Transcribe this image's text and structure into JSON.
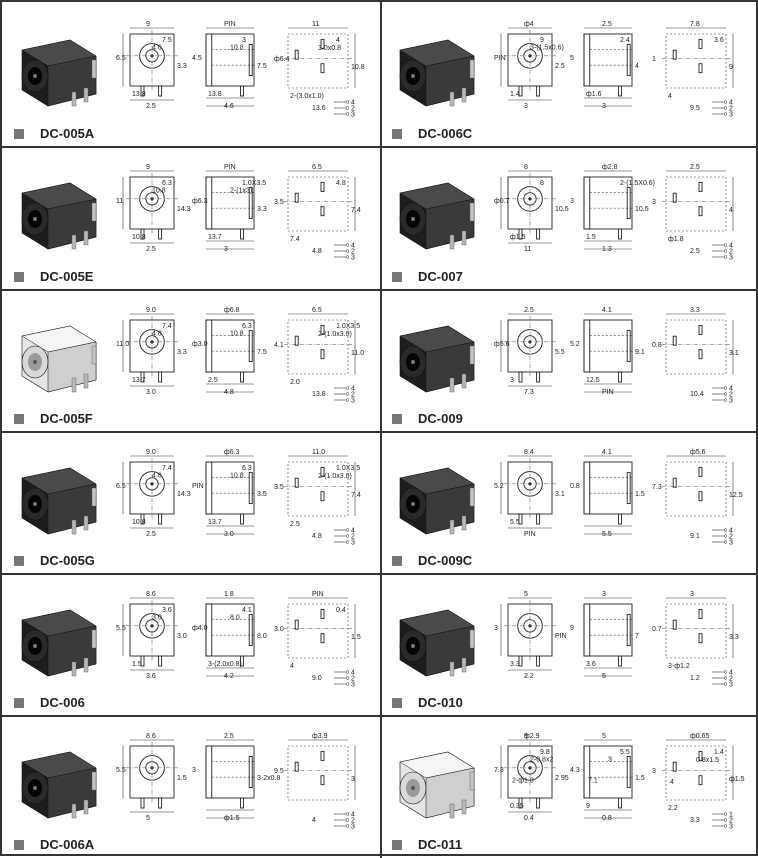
{
  "products": [
    {
      "id": "DC-005A",
      "col": 0,
      "row": 0,
      "tone": "black"
    },
    {
      "id": "DC-006C",
      "col": 1,
      "row": 0,
      "tone": "black"
    },
    {
      "id": "DC-005E",
      "col": 0,
      "row": 1,
      "tone": "black"
    },
    {
      "id": "DC-007",
      "col": 1,
      "row": 1,
      "tone": "black"
    },
    {
      "id": "DC-005F",
      "col": 0,
      "row": 2,
      "tone": "white"
    },
    {
      "id": "DC-009",
      "col": 1,
      "row": 2,
      "tone": "black"
    },
    {
      "id": "DC-005G",
      "col": 0,
      "row": 3,
      "tone": "black"
    },
    {
      "id": "DC-009C",
      "col": 1,
      "row": 3,
      "tone": "black"
    },
    {
      "id": "DC-006",
      "col": 0,
      "row": 4,
      "tone": "black"
    },
    {
      "id": "DC-010",
      "col": 1,
      "row": 4,
      "tone": "black"
    },
    {
      "id": "DC-006A",
      "col": 0,
      "row": 5,
      "tone": "black"
    },
    {
      "id": "DC-011",
      "col": 1,
      "row": 5,
      "tone": "white"
    }
  ],
  "dims": {
    "DC-005A": [
      "9",
      "PIN",
      "11",
      "6.5",
      "4.5",
      "ф6.4",
      "2.5",
      "4.6",
      "13.6",
      "3.3",
      "7.5",
      "10.8",
      "13.8",
      "13.8",
      "2-(3.0x1.0)",
      "7.5",
      "3",
      "4",
      "4.6",
      "10.8",
      "3.0x0.8"
    ],
    "DC-006C": [
      "ф4",
      "2.5",
      "7.8",
      "PIN",
      "5",
      "1",
      "3",
      "3",
      "9.5",
      "2.5",
      "4",
      "9",
      "1.4",
      "ф1.6",
      "4",
      "9",
      "2.4",
      "3.6",
      "3-(1.5x0.6)"
    ],
    "DC-005E": [
      "9",
      "PIN",
      "6.5",
      "11",
      "ф6.3",
      "3.5",
      "2.5",
      "3",
      "4.8",
      "14.3",
      "3.3",
      "7.4",
      "10.8",
      "13.7",
      "7.4",
      "6.3",
      "1.0X3.5",
      "4.8",
      "10.8",
      "2-(1x3)"
    ],
    "DC-007": [
      "8",
      "ф2.8",
      "2.5",
      "ф0.7",
      "3",
      "3",
      "11",
      "1.3",
      "2.5",
      "10.5",
      "10.5",
      "4",
      "ф1.5",
      "1.5",
      "ф1.8",
      "8",
      "2-(1.5X0.6)"
    ],
    "DC-005F": [
      "9.0",
      "ф6.8",
      "6.5",
      "11.0",
      "ф3.0",
      "4.1",
      "3.0",
      "4.8",
      "13.8",
      "3.3",
      "7.5",
      "11.0",
      "13.7",
      "2.5",
      "2.0",
      "7.4",
      "6.3",
      "1.0X3.5",
      "4.8",
      "10.8",
      "2-(1.0x3.0)"
    ],
    "DC-009": [
      "2.5",
      "4.1",
      "3.3",
      "ф5.6",
      "5.2",
      "0.8",
      "7.3",
      "PIN",
      "10.4",
      "5.5",
      "9.1",
      "3.1",
      "3",
      "12.5"
    ],
    "DC-005G": [
      "9.0",
      "ф6.3",
      "11.0",
      "6.5",
      "PIN",
      "3.5",
      "2.5",
      "3.0",
      "4.8",
      "14.3",
      "3.5",
      "7.4",
      "10.8",
      "13.7",
      "2.5",
      "7.4",
      "6.3",
      "1.0X3.5",
      "4.8",
      "10.8",
      "2-(1.0x3.0)"
    ],
    "DC-009C": [
      "8.4",
      "4.1",
      "ф5.6",
      "5.2",
      "0.8",
      "7.3",
      "PIN",
      "5.5",
      "9.1",
      "3.1",
      "1.5",
      "12.5",
      "5.5"
    ],
    "DC-006": [
      "8.6",
      "1.8",
      "PIN",
      "5.5",
      "ф4.0",
      "3.0",
      "3.6",
      "4.2",
      "9.0",
      "3.0",
      "8.0",
      "1.5",
      "1.5",
      "3-(2.0x0.8)",
      "4",
      "3.6",
      "4.1",
      "0.4",
      "3.0",
      "8.0"
    ],
    "DC-010": [
      "5",
      "3",
      "3",
      "3",
      "9",
      "0.7",
      "2.2",
      "5",
      "1.2",
      "PIN",
      "7",
      "3.3",
      "3.3",
      "3.6",
      "3-ф1.2"
    ],
    "DC-006A": [
      "8.6",
      "2.5",
      "ф3.9",
      "5.5",
      "3",
      "9.5",
      "5",
      "ф1.5",
      "4",
      "1.5",
      "3-2x0.8",
      "3"
    ],
    "DC-011": [
      "ф2.9",
      "5",
      "ф0.65",
      "7.3",
      "4.3",
      "3",
      "0.4",
      "0.8",
      "3.3",
      "2.95",
      "1.5",
      "ф1.5",
      "0.35",
      "9",
      "2.2",
      "9.8",
      "5.5",
      "1.4",
      "2-0.8x2",
      "3",
      "0.8x1.5",
      "2-ф1.8",
      "7.1",
      "4",
      "9"
    ]
  },
  "pin_labels": [
    "4",
    "2",
    "3"
  ],
  "pin_labels_011": [
    "1",
    "2",
    "3"
  ]
}
